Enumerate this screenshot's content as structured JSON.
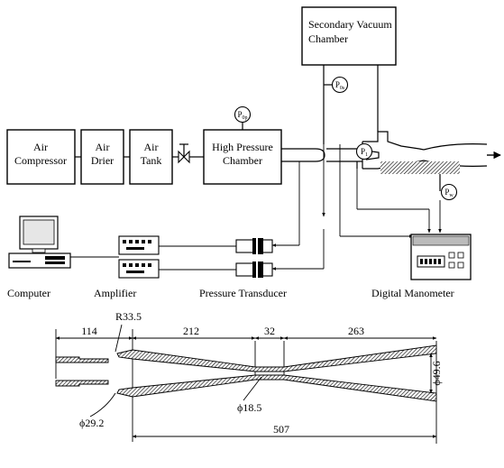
{
  "schematic": {
    "air_compressor": [
      "Air",
      "Compressor"
    ],
    "air_drier": [
      "Air",
      "Drier"
    ],
    "air_tank": [
      "Air",
      "Tank"
    ],
    "high_pressure_chamber": [
      "High Pressure",
      "Chamber"
    ],
    "secondary_vacuum_chamber": [
      "Secondary Vacuum",
      "Chamber"
    ],
    "gauges": {
      "p0p": {
        "main": "P",
        "sub": "0p"
      },
      "p0s": {
        "main": "P",
        "sub": "0s"
      },
      "p1": {
        "main": "P",
        "sub": "1"
      },
      "pw": {
        "main": "P",
        "sub": "w"
      }
    },
    "computer": "Computer",
    "amplifier": "Amplifier",
    "pressure_transducer": "Pressure Transducer",
    "digital_manometer": "Digital Manometer"
  },
  "nozzle_drawing": {
    "dims": {
      "d114": "114",
      "d212": "212",
      "d32": "32",
      "d263": "263",
      "d507": "507",
      "r33_5": "R33.5",
      "phi29_2": "ϕ29.2",
      "phi18_5": "ϕ18.5",
      "phi49_6": "ϕ49.6"
    }
  }
}
